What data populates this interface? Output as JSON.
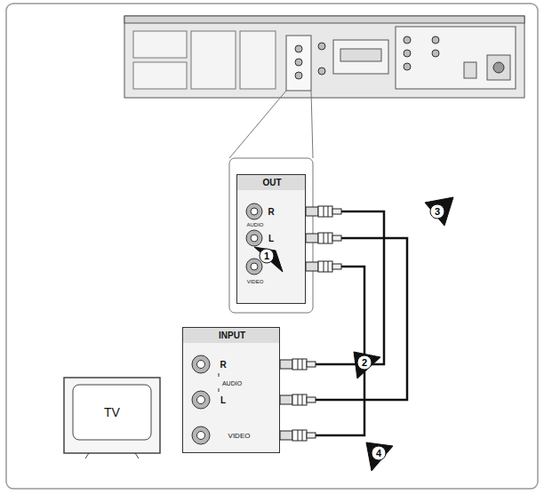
{
  "diagram": {
    "nodes": [
      {
        "text": [
          "OUT",
          "R",
          "AUDIO",
          "L",
          "VIDEO"
        ]
      },
      {
        "text": [
          "INPUT",
          "R",
          "AUDIO",
          "L",
          "VIDEO"
        ]
      },
      {
        "text": [
          "TV"
        ]
      }
    ],
    "edges": [
      {
        "from": 0,
        "to": 1,
        "arrow": "none"
      },
      {
        "from": 0,
        "to": 1,
        "arrow": "none"
      },
      {
        "from": 0,
        "to": 1,
        "arrow": "none"
      }
    ],
    "labels": [
      "3",
      "1",
      "2",
      "4"
    ]
  }
}
